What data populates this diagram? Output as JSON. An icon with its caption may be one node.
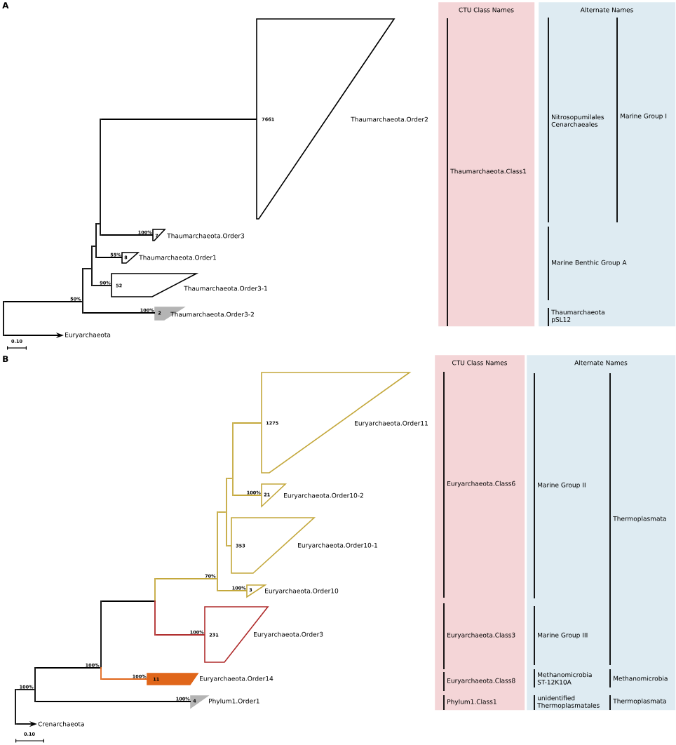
{
  "diagram": {
    "nodes": [
      {
        "text": [
          "7661"
        ],
        "beside": [
          "Thaumarchaeota.Order2"
        ]
      },
      {
        "text": [
          "7"
        ],
        "beside": [
          "Thaumarchaeota.Order3"
        ]
      },
      {
        "text": [
          "8"
        ],
        "beside": [
          "Thaumarchaeota.Order1"
        ]
      },
      {
        "text": [
          "52"
        ],
        "beside": [
          "Thaumarchaeota.Order3-1"
        ]
      },
      {
        "text": [
          "2"
        ],
        "beside": [
          "Thaumarchaeota.Order3-2"
        ]
      },
      {
        "text": [
          "Euryarchaeota"
        ]
      },
      {
        "text": [
          "CTU Class Names",
          "Thaumarchaeota.Class1"
        ]
      },
      {
        "text": [
          "Alternate Names",
          "Nitrosopumilales Cenarchaeales",
          "Marine Group I",
          "Marine Benthic Group A",
          "Thaumarchaeota pSL12"
        ]
      },
      {
        "text": [
          "1275"
        ],
        "beside": [
          "Euryarchaeota.Order11"
        ]
      },
      {
        "text": [
          "21"
        ],
        "beside": [
          "Euryarchaeota.Order10-2"
        ]
      },
      {
        "text": [
          "353"
        ],
        "beside": [
          "Euryarchaeota.Order10-1"
        ]
      },
      {
        "text": [
          "3"
        ],
        "beside": [
          "Euryarchaeota.Order10"
        ]
      },
      {
        "text": [
          "231"
        ],
        "beside": [
          "Euryarchaeota.Order3"
        ]
      },
      {
        "text": [
          "11"
        ],
        "beside": [
          "Euryarchaeota.Order14"
        ]
      },
      {
        "text": [
          "4"
        ],
        "beside": [
          "Phylum1.Order1"
        ]
      },
      {
        "text": [
          "Crenarchaeota"
        ]
      },
      {
        "text": [
          "CTU Class Names",
          "Euryarchaeota.Class6",
          "Euryarchaeota.Class3",
          "Euryarchaeota.Class8",
          "Phylum1.Class1"
        ]
      },
      {
        "text": [
          "Alternate Names",
          "Marine Group II",
          "Thermoplasmata",
          "Marine Group III",
          "Methanomicrobia ST-12K10A",
          "Methanomicrobia",
          "unidentified Thermoplasmatales",
          "Thermoplasmata"
        ]
      },
      {
        "text": [],
        "shape": "bar"
      },
      {
        "text": [],
        "shape": "bar"
      },
      {
        "text": [],
        "shape": "bar"
      },
      {
        "text": [],
        "shape": "bar"
      },
      {
        "text": [],
        "shape": "bar"
      },
      {
        "text": [],
        "shape": "bar"
      },
      {
        "text": [],
        "shape": "bar"
      },
      {
        "text": [],
        "shape": "bar"
      },
      {
        "text": [],
        "shape": "bar"
      },
      {
        "text": [],
        "shape": "bar"
      },
      {
        "text": [],
        "shape": "bar"
      },
      {
        "text": [],
        "shape": "bar"
      }
    ],
    "edges": [
      {
        "from": 18,
        "to": 5,
        "arrow": "to"
      },
      {
        "from": 18,
        "to": 19,
        "arrow": "none",
        "label": "50%"
      },
      {
        "from": 19,
        "to": 20,
        "arrow": "none"
      },
      {
        "from": 19,
        "to": 4,
        "arrow": "none",
        "label": "100%"
      },
      {
        "from": 20,
        "to": 21,
        "arrow": "none"
      },
      {
        "from": 20,
        "to": 3,
        "arrow": "none",
        "label": "90%"
      },
      {
        "from": 21,
        "to": 22,
        "arrow": "none"
      },
      {
        "from": 21,
        "to": 2,
        "arrow": "none",
        "label": "55%"
      },
      {
        "from": 22,
        "to": 0,
        "arrow": "none"
      },
      {
        "from": 22,
        "to": 1,
        "arrow": "none",
        "label": "100%"
      },
      {
        "from": 23,
        "to": 15,
        "arrow": "to"
      },
      {
        "from": 23,
        "to": 24,
        "arrow": "none",
        "label": "100%"
      },
      {
        "from": 24,
        "to": 25,
        "arrow": "none",
        "label": "100%"
      },
      {
        "from": 24,
        "to": 14,
        "arrow": "none",
        "label": "100%"
      },
      {
        "from": 25,
        "to": 26,
        "arrow": "none"
      },
      {
        "from": 25,
        "to": 13,
        "arrow": "none",
        "label": "100%",
        "color": "#e0661a"
      },
      {
        "from": 26,
        "to": 27,
        "arrow": "none",
        "label": "70%",
        "color": "#c4a83c"
      },
      {
        "from": 26,
        "to": 12,
        "arrow": "none",
        "label": "100%",
        "color": "#b02c2c"
      },
      {
        "from": 27,
        "to": 28,
        "arrow": "none",
        "color": "#c4a83c"
      },
      {
        "from": 27,
        "to": 11,
        "arrow": "none",
        "label": "100%",
        "color": "#c4a83c"
      },
      {
        "from": 28,
        "to": 29,
        "arrow": "none",
        "color": "#c4a83c"
      },
      {
        "from": 28,
        "to": 10,
        "arrow": "none",
        "color": "#c4a83c"
      },
      {
        "from": 29,
        "to": 8,
        "arrow": "none",
        "color": "#c4a83c"
      },
      {
        "from": 29,
        "to": 9,
        "arrow": "none",
        "label": "100%",
        "color": "#c4a83c"
      }
    ],
    "labels": [
      "A",
      "0.10",
      "B",
      "0.10"
    ]
  }
}
